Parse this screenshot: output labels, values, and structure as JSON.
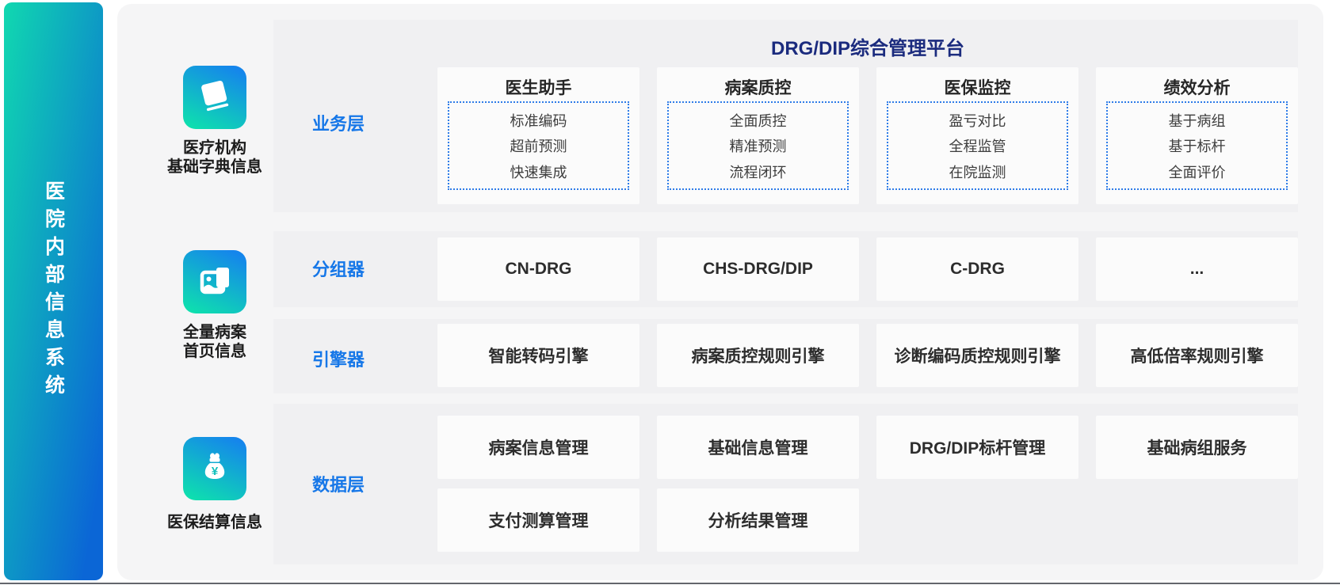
{
  "sidebar": {
    "title": "医院内部信息系统"
  },
  "sources": [
    {
      "icon": "book-icon",
      "lines": [
        "医疗机构",
        "基础字典信息"
      ]
    },
    {
      "icon": "images-icon",
      "lines": [
        "全量病案",
        "首页信息"
      ]
    },
    {
      "icon": "money-bag-icon",
      "lines": [
        "医保结算信息"
      ]
    }
  ],
  "platform": {
    "title": "DRG/DIP综合管理平台",
    "layers": [
      {
        "name": "业务层",
        "columns": [
          {
            "title": "医生助手",
            "items": [
              "标准编码",
              "超前预测",
              "快速集成"
            ]
          },
          {
            "title": "病案质控",
            "items": [
              "全面质控",
              "精准预测",
              "流程闭环"
            ]
          },
          {
            "title": "医保监控",
            "items": [
              "盈亏对比",
              "全程监管",
              "在院监测"
            ]
          },
          {
            "title": "绩效分析",
            "items": [
              "基于病组",
              "基于标杆",
              "全面评价"
            ]
          }
        ]
      },
      {
        "name": "分组器",
        "cells": [
          "CN-DRG",
          "CHS-DRG/DIP",
          "C-DRG",
          "..."
        ]
      },
      {
        "name": "引擎器",
        "cells": [
          "智能转码引擎",
          "病案质控规则引擎",
          "诊断编码质控规则引擎",
          "高低倍率规则引擎"
        ]
      },
      {
        "name": "数据层",
        "row1": [
          "病案信息管理",
          "基础信息管理",
          "DRG/DIP标杆管理",
          "基础病组服务"
        ],
        "row2": [
          "支付测算管理",
          "分析结果管理"
        ]
      }
    ]
  },
  "colors": {
    "sidebar_gradient_start": "#10d8b0",
    "sidebar_gradient_end": "#0b66d6",
    "icon_gradient_start": "#1585ec",
    "icon_gradient_end": "#0ee0ae",
    "title_navy": "#1b2b7e",
    "layer_label_blue": "#1677e8",
    "dotted_border_blue": "#2e7ce8",
    "panel_bg": "#f5f5f6",
    "band_bg": "#f0f0f2",
    "cell_bg": "#fbfbfb"
  }
}
